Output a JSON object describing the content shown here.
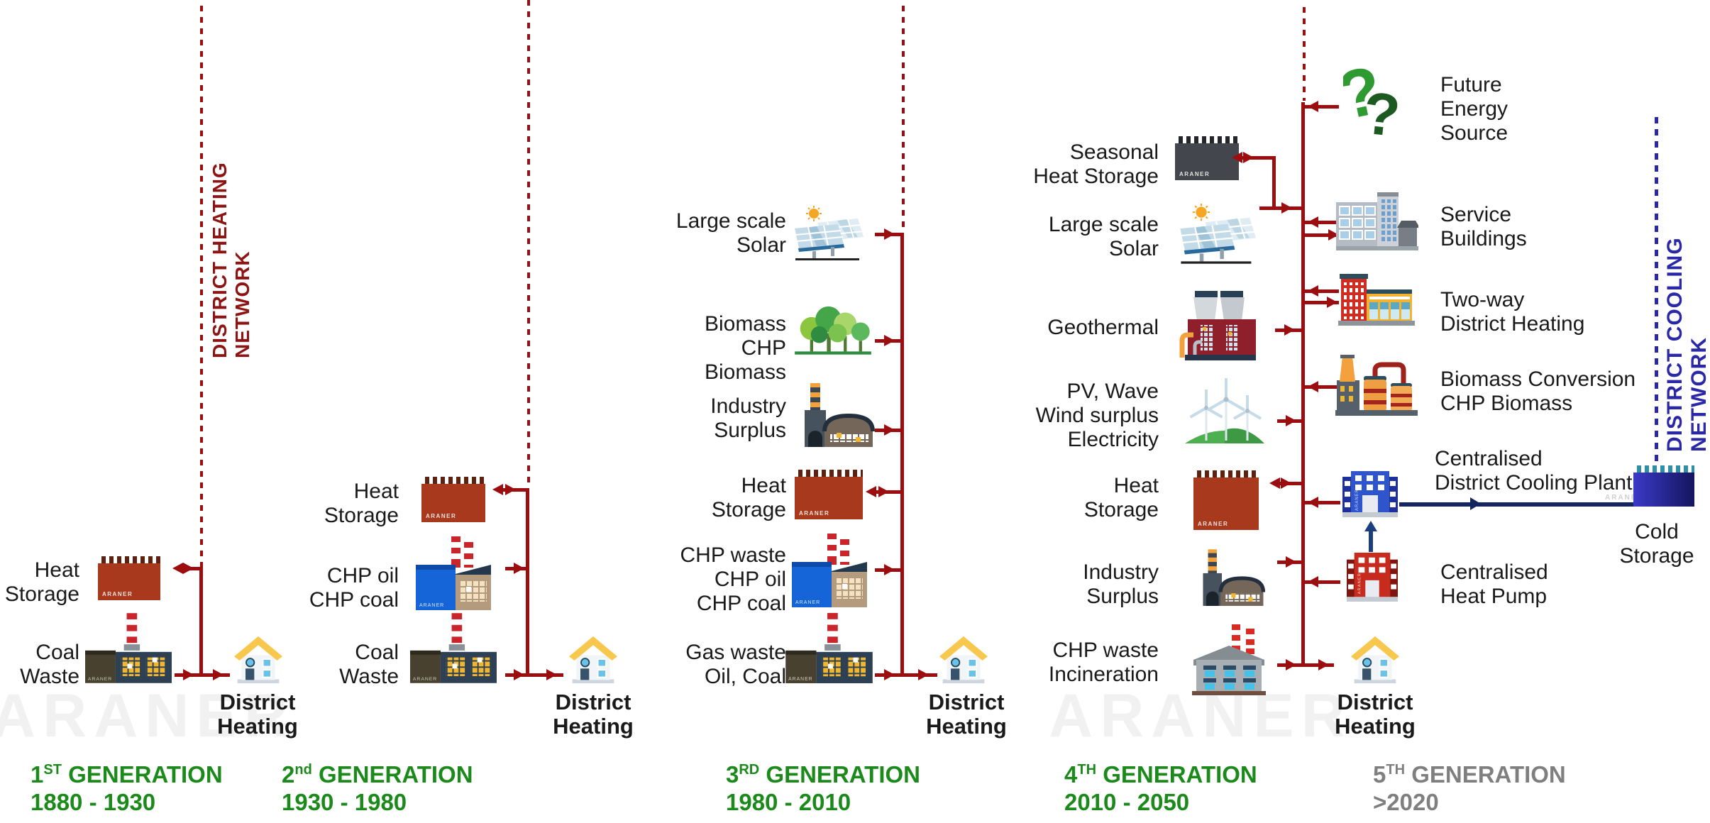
{
  "brand": "ARANER",
  "watermark": "ARANER",
  "icon_glyphs": {
    "question": "?"
  },
  "networks": {
    "heating": "DISTRICT HEATING NETWORK",
    "cooling": "DISTRICT COOLING NETWORK"
  },
  "common": {
    "district_heating": [
      "District",
      "Heating"
    ]
  },
  "gen1": {
    "title": {
      "num": "1",
      "sup": "ST",
      "word": "GENERATION"
    },
    "years": "1880 - 1930",
    "sources": [
      {
        "lines": [
          "Heat",
          "Storage"
        ]
      },
      {
        "lines": [
          "Coal",
          "Waste"
        ]
      }
    ]
  },
  "gen2": {
    "title": {
      "num": "2",
      "sup": "nd",
      "word": "GENERATION"
    },
    "years": "1930 - 1980",
    "sources": [
      {
        "lines": [
          "Heat",
          "Storage"
        ]
      },
      {
        "lines": [
          "CHP oil",
          "CHP coal"
        ]
      },
      {
        "lines": [
          "Coal",
          "Waste"
        ]
      }
    ]
  },
  "gen3": {
    "title": {
      "num": "3",
      "sup": "RD",
      "word": "GENERATION"
    },
    "years": "1980 - 2010",
    "sources": [
      {
        "lines": [
          "Large scale",
          "Solar"
        ]
      },
      {
        "lines": [
          "Biomass",
          "CHP Biomass"
        ]
      },
      {
        "lines": [
          "Industry",
          "Surplus"
        ]
      },
      {
        "lines": [
          "Heat",
          "Storage"
        ]
      },
      {
        "lines": [
          "CHP waste",
          "CHP oil",
          "CHP coal"
        ]
      },
      {
        "lines": [
          "Gas waste",
          "Oil, Coal"
        ]
      }
    ]
  },
  "gen4": {
    "title": {
      "num": "4",
      "sup": "TH",
      "word": "GENERATION"
    },
    "years": "2010 - 2050",
    "sources": [
      {
        "lines": [
          "Seasonal",
          "Heat Storage"
        ]
      },
      {
        "lines": [
          "Large scale",
          "Solar"
        ]
      },
      {
        "lines": [
          "Geothermal"
        ]
      },
      {
        "lines": [
          "PV, Wave",
          "Wind surplus",
          "Electricity"
        ]
      },
      {
        "lines": [
          "Heat",
          "Storage"
        ]
      },
      {
        "lines": [
          "Industry",
          "Surplus"
        ]
      },
      {
        "lines": [
          "CHP waste",
          "Incineration"
        ]
      }
    ]
  },
  "gen5": {
    "title": {
      "num": "5",
      "sup": "TH",
      "word": "GENERATION"
    },
    "years": ">2020",
    "nodes": [
      {
        "lines": [
          "Future",
          "Energy",
          "Source"
        ]
      },
      {
        "lines": [
          "Service",
          "Buildings"
        ]
      },
      {
        "lines": [
          "Two-way",
          "District Heating"
        ]
      },
      {
        "lines": [
          "Biomass Conversion",
          "CHP Biomass"
        ]
      },
      {
        "lines": [
          "Centralised",
          "District Cooling Plant"
        ]
      },
      {
        "lines": [
          "Centralised",
          "Heat Pump"
        ]
      },
      {
        "lines": [
          "Cold",
          "Storage"
        ]
      }
    ]
  }
}
